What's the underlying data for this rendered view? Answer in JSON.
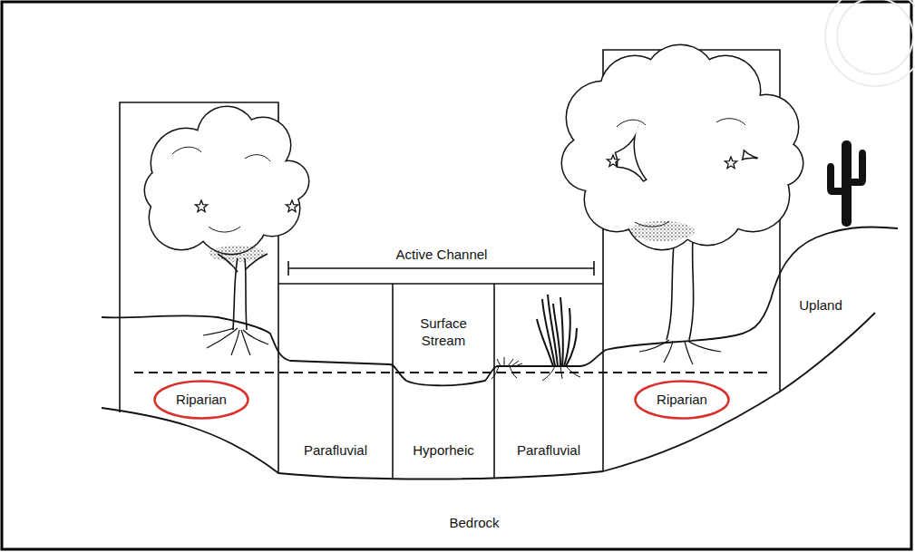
{
  "diagram": {
    "nodes": [
      {
        "text": [
          "Riparian"
        ]
      },
      {
        "text": [
          "Parafluvial"
        ]
      },
      {
        "text": [
          "Surface Stream",
          "Hyporheic"
        ]
      },
      {
        "text": [
          "Parafluvial"
        ]
      },
      {
        "text": [
          "Riparian"
        ]
      }
    ],
    "labels": [
      "Active Channel",
      "Upland",
      "Bedrock"
    ]
  }
}
